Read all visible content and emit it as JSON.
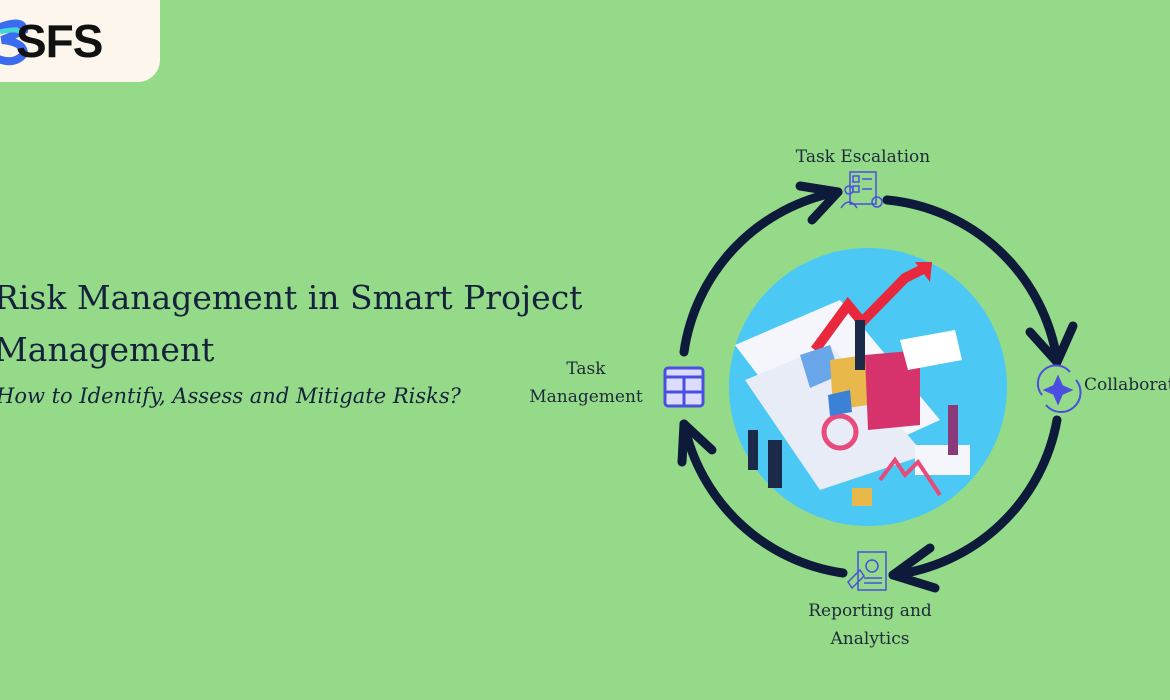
{
  "logo": {
    "text": "SFS"
  },
  "hero": {
    "title": "Risk Management in Smart Project Management",
    "subtitle": "How to Identify, Assess and Mitigate Risks?"
  },
  "cycle": {
    "nodes": [
      {
        "label": "Task Escalation",
        "icon": "checklist-person-icon"
      },
      {
        "label": "Collaborat",
        "icon": "sync-sparkle-icon"
      },
      {
        "label": "Reporting and Analytics",
        "icon": "report-chart-icon"
      },
      {
        "label": "Task Management",
        "icon": "table-grid-icon"
      }
    ]
  },
  "colors": {
    "background": "#95da88",
    "arrow": "#0d1a3a",
    "icon": "#4a4fe0",
    "illustration_circle": "#4cc8f5"
  }
}
